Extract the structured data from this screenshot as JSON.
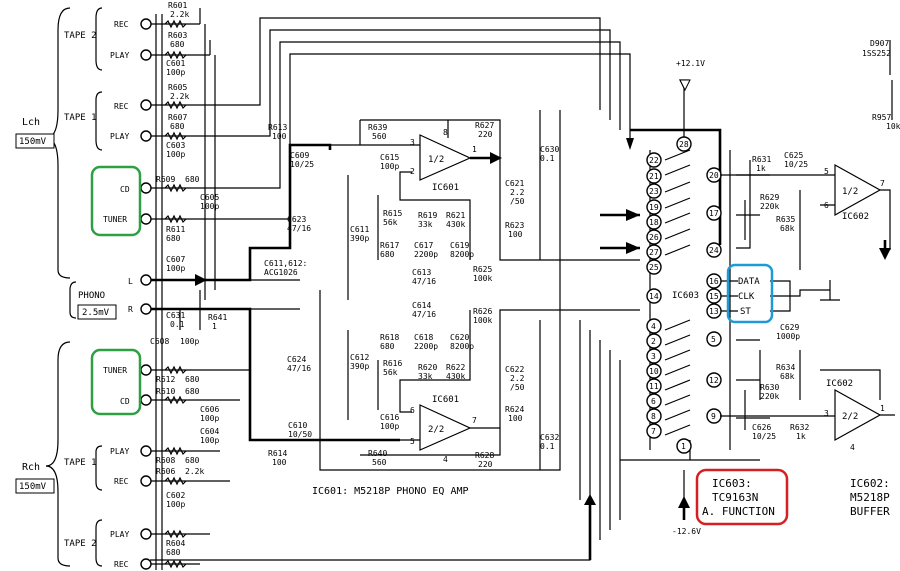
{
  "labels": {
    "tape2_top": "TAPE 2",
    "tape1_top": "TAPE 1",
    "lch": "Lch",
    "lch_level": "150mV",
    "rec": "REC",
    "play": "PLAY",
    "cd": "CD",
    "tuner": "TUNER",
    "phono": "PHONO",
    "phono_level": "2.5mV",
    "L": "L",
    "R": "R",
    "tape1_bot": "TAPE 1",
    "tape2_bot": "TAPE 2",
    "rch": "Rch",
    "rch_level": "150mV",
    "v_pos": "+12.1V",
    "v_neg": "-12.6V",
    "opamp_half": "1/2",
    "opamp_2half": "2/2",
    "ic601": "IC601",
    "ic602": "IC602",
    "ic603": "IC603",
    "ic601_footer": "IC601: M5218P   PHONO EQ AMP",
    "ic603_title": "IC603:",
    "ic603_part": "TC9163N",
    "ic603_func": "A. FUNCTION",
    "ic602_title": "IC602:",
    "ic602_part": "M5218P",
    "ic602_func": "BUFFER",
    "data": "DATA",
    "clk": "CLK",
    "st": "ST",
    "acg": "C611,612:",
    "acg2": "ACG1026",
    "d907": "D907",
    "d907v": "1SS252",
    "r957": "R957",
    "r957v": "10k"
  },
  "components": {
    "R601": [
      "R601",
      "2.2k"
    ],
    "R603": [
      "R603",
      "680"
    ],
    "C601": [
      "C601",
      "100p"
    ],
    "R605": [
      "R605",
      "2.2k"
    ],
    "R607": [
      "R607",
      "680"
    ],
    "C603": [
      "C603",
      "100p"
    ],
    "R609": [
      "R609",
      "680"
    ],
    "C605": [
      "C605",
      "100p"
    ],
    "R611": [
      "R611",
      "680"
    ],
    "C607": [
      "C607",
      "100p"
    ],
    "C631": [
      "C631",
      "0.1"
    ],
    "R641": [
      "R641",
      "1"
    ],
    "C608": [
      "C608",
      "100p"
    ],
    "R612": [
      "R612",
      "680"
    ],
    "R610": [
      "R610",
      "680"
    ],
    "C606": [
      "C606",
      "100p"
    ],
    "C604": [
      "C604",
      "100p"
    ],
    "R608": [
      "R608",
      "680"
    ],
    "R606": [
      "R606",
      "2.2k"
    ],
    "C602": [
      "C602",
      "100p"
    ],
    "R604": [
      "R604",
      "680"
    ],
    "R613": [
      "R613",
      "100"
    ],
    "C609": [
      "C609",
      "10/25"
    ],
    "R639": [
      "R639",
      "560"
    ],
    "C615": [
      "C615",
      "100p"
    ],
    "R627": [
      "R627",
      "220"
    ],
    "C630": [
      "C630",
      "0.1"
    ],
    "C621": [
      "C621",
      "2.2",
      "/50"
    ],
    "R623": [
      "R623",
      "100"
    ],
    "C623": [
      "C623",
      "47/16"
    ],
    "C611": [
      "C611",
      "390p"
    ],
    "R615": [
      "R615",
      "56k"
    ],
    "R619": [
      "R619",
      "33k"
    ],
    "R621": [
      "R621",
      "430k"
    ],
    "R617": [
      "R617",
      "680"
    ],
    "C617": [
      "C617",
      "2200p"
    ],
    "C619": [
      "C619",
      "8200p"
    ],
    "C613": [
      "C613",
      "47/16"
    ],
    "R625": [
      "R625",
      "100k"
    ],
    "C614": [
      "C614",
      "47/16"
    ],
    "R626": [
      "R626",
      "100k"
    ],
    "R618": [
      "R618",
      "680"
    ],
    "C618": [
      "C618",
      "2200p"
    ],
    "C620": [
      "C620",
      "8200p"
    ],
    "C624": [
      "C624",
      "47/16"
    ],
    "C612": [
      "C612",
      "390p"
    ],
    "R616": [
      "R616",
      "56k"
    ],
    "R620": [
      "R620",
      "33k"
    ],
    "R622": [
      "R622",
      "430k"
    ],
    "C622": [
      "C622",
      "2.2",
      "/50"
    ],
    "C616": [
      "C616",
      "100p"
    ],
    "R624": [
      "R624",
      "100"
    ],
    "C610": [
      "C610",
      "10/50"
    ],
    "R614": [
      "R614",
      "100"
    ],
    "R640": [
      "R640",
      "560"
    ],
    "R628": [
      "R628",
      "220"
    ],
    "C632": [
      "C632",
      "0.1"
    ],
    "R631": [
      "R631",
      "1k"
    ],
    "C625": [
      "C625",
      "10/25"
    ],
    "R629": [
      "R629",
      "220k"
    ],
    "R635": [
      "R635",
      "68k"
    ],
    "C629": [
      "C629",
      "1000p"
    ],
    "R634": [
      "R634",
      "68k"
    ],
    "R630": [
      "R630",
      "220k"
    ],
    "C626": [
      "C626",
      "10/25"
    ],
    "R632": [
      "R632",
      "1k"
    ]
  },
  "pins": {
    "p28": "28",
    "p22": "22",
    "p20": "20",
    "p21": "21",
    "p23": "23",
    "p19": "19",
    "p17": "17",
    "p18": "18",
    "p26": "26",
    "p27": "27",
    "p24": "24",
    "p25": "25",
    "p16": "16",
    "p15": "15",
    "p14": "14",
    "p13": "13",
    "p4": "4",
    "p5": "5",
    "p2": "2",
    "p3": "3",
    "p10": "10",
    "p11": "11",
    "p12": "12",
    "p6": "6",
    "p8": "8",
    "p9": "9",
    "p7": "7",
    "p1": "1",
    "oa1_3": "3",
    "oa1_2": "2",
    "oa1_8": "8",
    "oa1_1": "1",
    "oa1_6": "6",
    "oa1_5": "5",
    "oa1_7": "7",
    "oa1_4": "4",
    "oa2_5": "5",
    "oa2_6": "6",
    "oa2_7": "7",
    "oa2_3": "3",
    "oa2_4": "4",
    "oa2_1": "1"
  },
  "highlights": {
    "green": "#2ea043",
    "blue": "#1e9bd7",
    "red": "#d42020"
  }
}
